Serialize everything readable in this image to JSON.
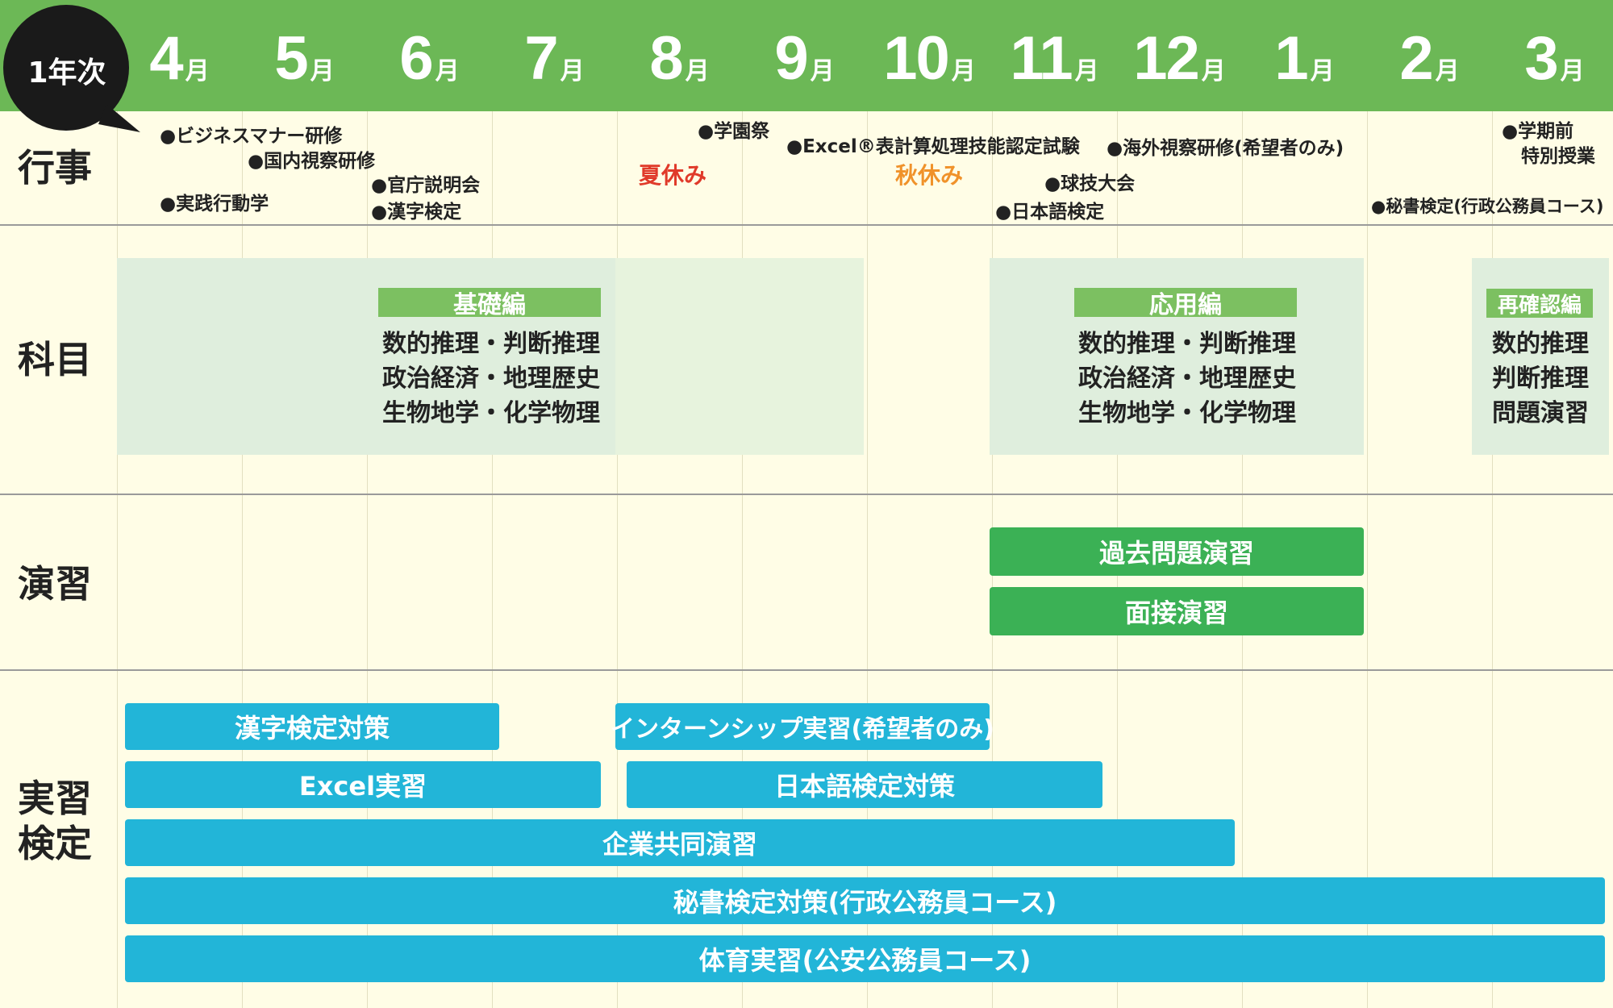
{
  "year_badge": "1年次",
  "months": [
    {
      "num": "4",
      "unit": "月"
    },
    {
      "num": "5",
      "unit": "月"
    },
    {
      "num": "6",
      "unit": "月"
    },
    {
      "num": "7",
      "unit": "月"
    },
    {
      "num": "8",
      "unit": "月"
    },
    {
      "num": "9",
      "unit": "月"
    },
    {
      "num": "10",
      "unit": "月"
    },
    {
      "num": "11",
      "unit": "月"
    },
    {
      "num": "12",
      "unit": "月"
    },
    {
      "num": "1",
      "unit": "月"
    },
    {
      "num": "2",
      "unit": "月"
    },
    {
      "num": "3",
      "unit": "月"
    }
  ],
  "row_labels": {
    "events": "行事",
    "subjects": "科目",
    "exercises": "演習",
    "practice_line1": "実習",
    "practice_line2": "検定"
  },
  "events": {
    "business_manner": "●ビジネスマナー研修",
    "domestic_tour": "●国内視察研修",
    "practical_behavior": "●実践行動学",
    "government_briefing": "●官庁説明会",
    "kanji_test": "●漢字検定",
    "school_festival": "●学園祭",
    "excel_exam": "●Excel®表計算処理技能認定試験",
    "overseas_tour": "●海外視察研修(希望者のみ)",
    "sports_meet": "●球技大会",
    "japanese_test": "●日本語検定",
    "pre_term_line1": "●学期前",
    "pre_term_line2": "特別授業",
    "secretary_test": "●秘書検定(行政公務員コース)",
    "summer_break": "夏休み",
    "autumn_break": "秋休み"
  },
  "subjects": {
    "basic": {
      "title": "基礎編",
      "lines": [
        "数的推理・判断推理",
        "政治経済・地理歴史",
        "生物地学・化学物理"
      ]
    },
    "applied": {
      "title": "応用編",
      "lines": [
        "数的推理・判断推理",
        "政治経済・地理歴史",
        "生物地学・化学物理"
      ]
    },
    "review": {
      "title": "再確認編",
      "lines": [
        "数的推理",
        "判断推理",
        "問題演習"
      ]
    }
  },
  "exercises": {
    "past_exam": "過去問題演習",
    "interview": "面接演習"
  },
  "practice": {
    "kanji_prep": "漢字検定対策",
    "internship": "インターンシップ実習(希望者のみ)",
    "excel_practice": "Excel実習",
    "japanese_prep": "日本語検定対策",
    "corporate_joint": "企業共同演習",
    "secretary_prep": "秘書検定対策(行政公務員コース)",
    "pe_practice": "体育実習(公安公務員コース)"
  },
  "colors": {
    "header_green": "#6cb856",
    "body_cream": "#fffde6",
    "bar_teal": "#22b5d8",
    "bar_green": "#3bb155",
    "tag_green": "#7cc061",
    "summer_red": "#e03a2a",
    "autumn_orange": "#f0922a",
    "badge_black": "#1a1a1a"
  }
}
